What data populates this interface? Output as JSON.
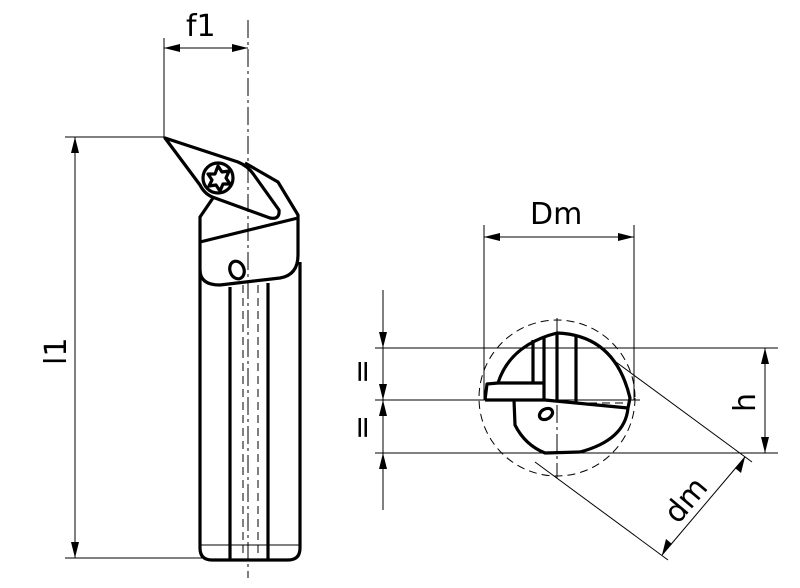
{
  "labels": {
    "f1": "f1",
    "l1": "l1",
    "Dm": "Dm",
    "h": "h",
    "dm": "dm",
    "eq_upper": "=",
    "eq_lower": "="
  },
  "colors": {
    "line": "#000000",
    "background": "#ffffff"
  }
}
